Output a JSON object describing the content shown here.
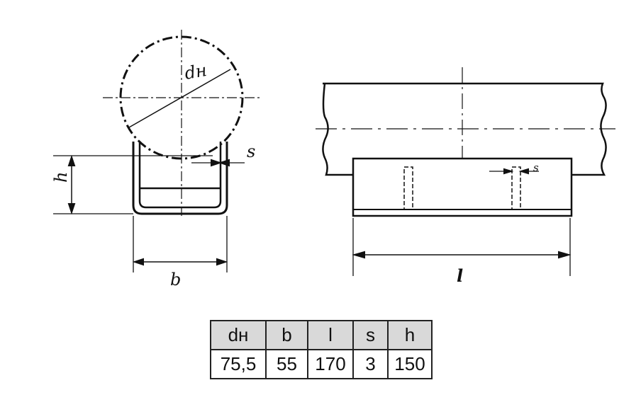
{
  "labels": {
    "dn": "dн",
    "s_left": "s",
    "h": "h",
    "b": "b",
    "s_right": "s",
    "l": "l"
  },
  "table": {
    "headers": [
      "dн",
      "b",
      "l",
      "s",
      "h"
    ],
    "values": [
      "75,5",
      "55",
      "170",
      "3",
      "150"
    ]
  }
}
